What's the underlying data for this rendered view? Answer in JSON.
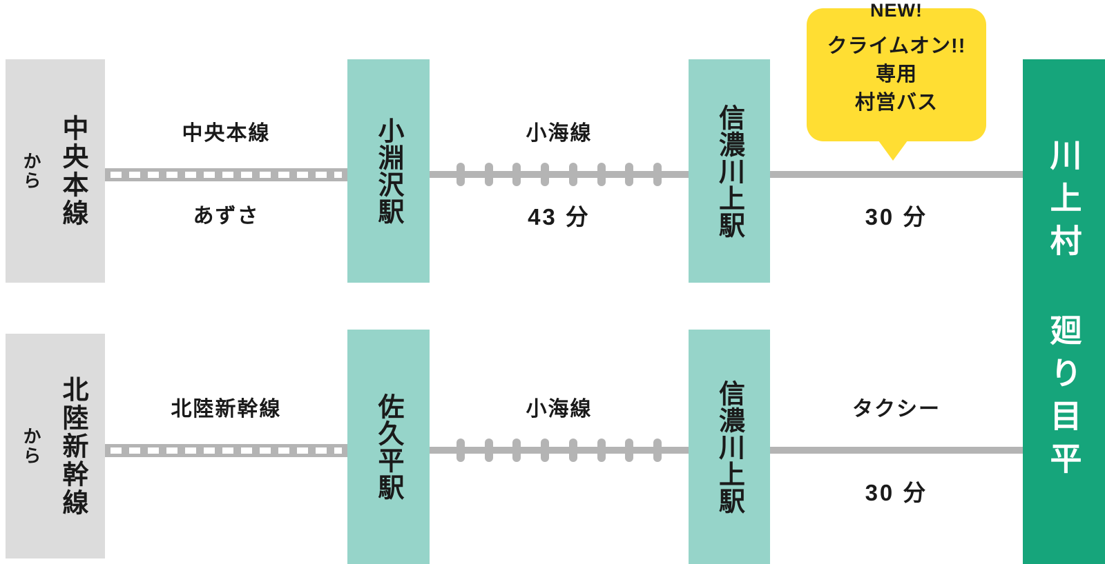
{
  "colors": {
    "origin_box": "#dcdcdc",
    "station_box": "#96d4c9",
    "destination_box": "#16a57b",
    "bubble": "#ffde33",
    "rail_line": "#b4b4b4",
    "text": "#1a1a1a",
    "destination_text": "#ffffff"
  },
  "destination": {
    "name": "川上村 廻り目平"
  },
  "bubble": {
    "badge": "NEW!",
    "line1": "クライムオン!!",
    "line2": "専用",
    "line3": "村営バス"
  },
  "rows": [
    {
      "origin": {
        "name": "中央本線",
        "suffix": "から"
      },
      "station1": "小淵沢駅",
      "station2": "信濃川上駅",
      "seg1": {
        "label_top": "中央本線",
        "label_bottom": "あずさ"
      },
      "seg2": {
        "label_top": "小海線",
        "label_bottom": "43 分"
      },
      "seg3": {
        "label_bottom": "30 分"
      }
    },
    {
      "origin": {
        "name": "北陸新幹線",
        "suffix": "から"
      },
      "station1": "佐久平駅",
      "station2": "信濃川上駅",
      "seg1": {
        "label_top": "北陸新幹線"
      },
      "seg2": {
        "label_top": "小海線"
      },
      "seg3": {
        "label_top": "タクシー",
        "label_bottom": "30 分"
      }
    }
  ]
}
